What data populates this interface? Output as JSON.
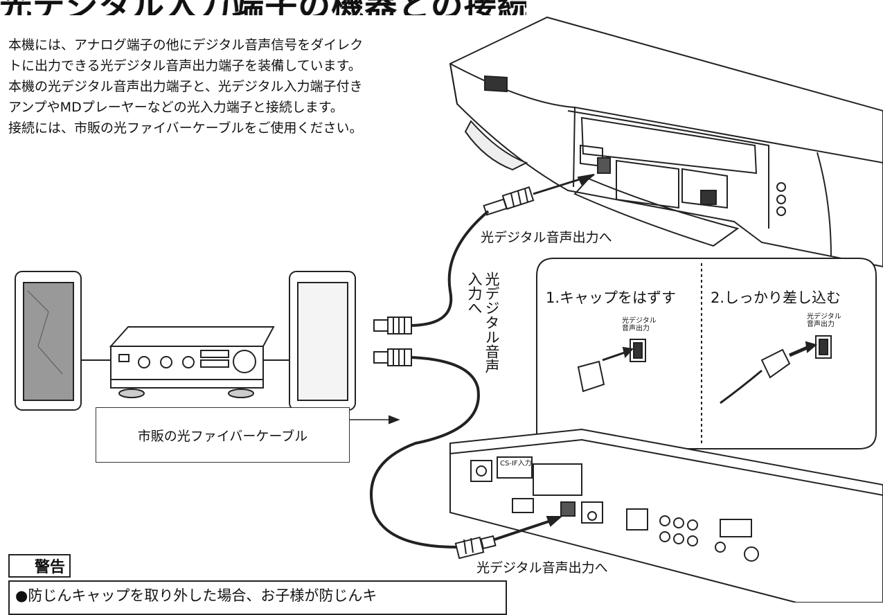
{
  "title": "光デジタル入力端子の機器との接続",
  "intro_lines": [
    "本機には、アナログ端子の他にデジタル音声信号をダイレク",
    "トに出力できる光デジタル音声出力端子を装備しています。",
    "本機の光デジタル音声出力端子と、光デジタル入力端子付き",
    "アンプやMDプレーヤーなどの光入力端子と接続します。",
    "接続には、市販の光ファイバーケーブルをご使用ください。"
  ],
  "labels": {
    "output_top": "光デジタル音声出力へ",
    "output_bottom": "光デジタル音声出力へ",
    "input_vertical": "光デジタル音声入力へ",
    "cable": "市販の光ファイバーケーブル"
  },
  "steps": {
    "step1": "1.キャップをはずす",
    "step2": "2.しっかり差し込む",
    "jack_label": "光デジタル\n音声出力"
  },
  "rear_panel": {
    "cs_input": "CS-IF入力"
  },
  "warning": {
    "icon": "warning-triangle-icon",
    "heading": "警告",
    "text": "●防じんキャップを取り外した場合、お子様が防じんキ"
  }
}
